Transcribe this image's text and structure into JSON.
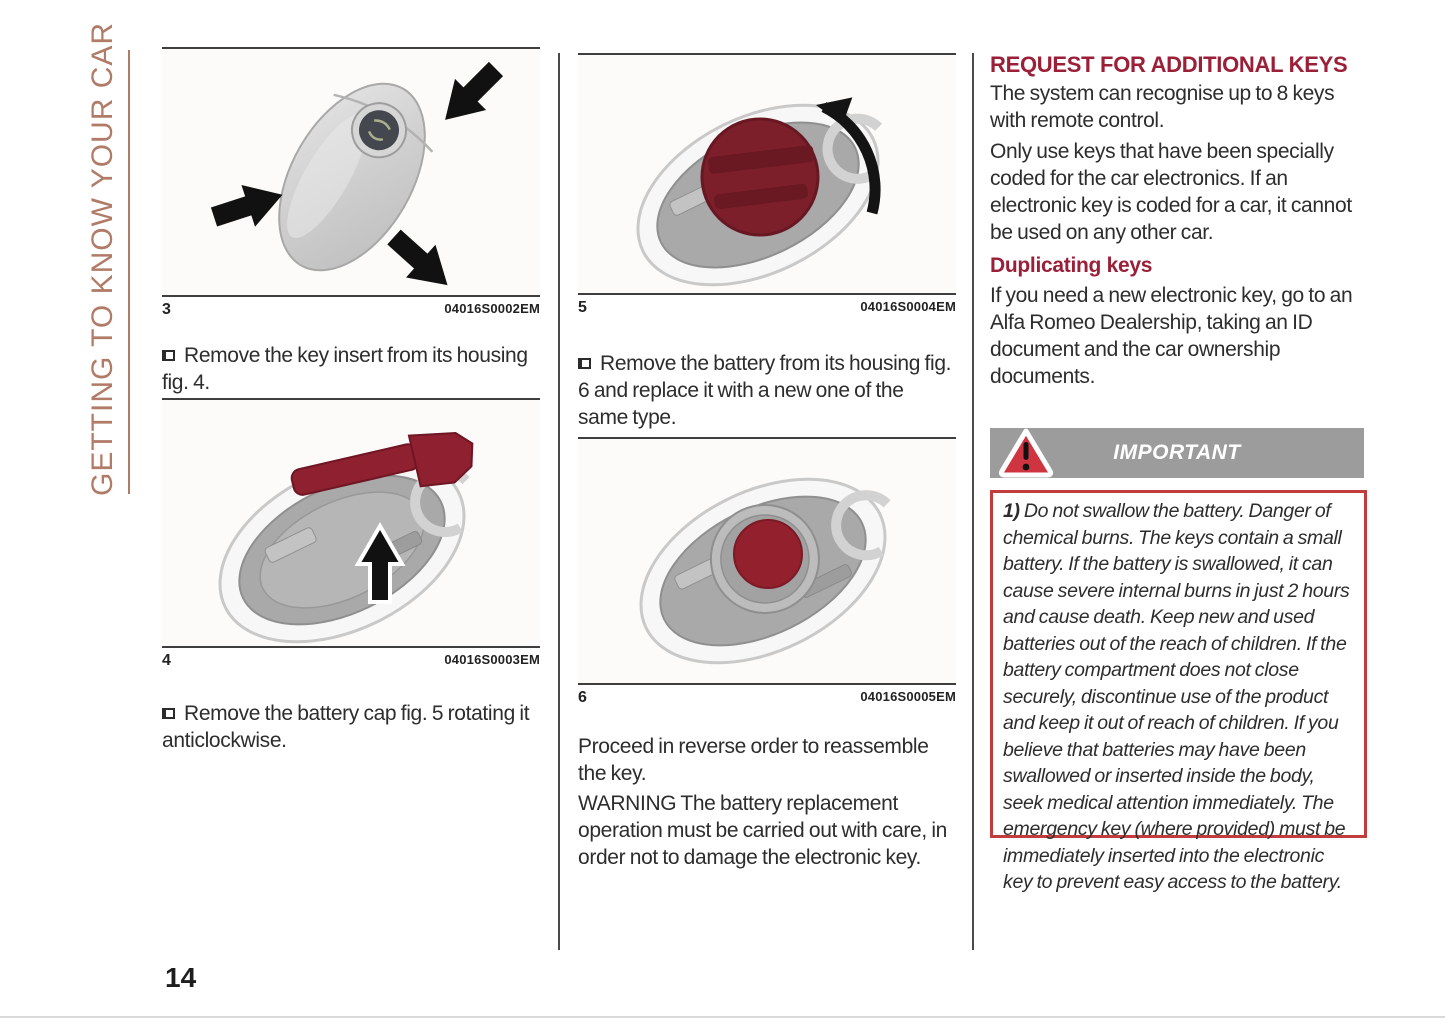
{
  "page": {
    "number": "14",
    "sidebar_label": "GETTING TO KNOW YOUR CAR"
  },
  "colors": {
    "heading_red": "#9c1f38",
    "illustration_red": "#8e2030",
    "sidebar_salmon": "#b07b67",
    "banner_gray": "#9c9c9c",
    "warnbox_border": "#c23b3d"
  },
  "figures": [
    {
      "number": "3",
      "code": "04016S0002EM"
    },
    {
      "number": "4",
      "code": "04016S0003EM"
    },
    {
      "number": "5",
      "code": "04016S0004EM"
    },
    {
      "number": "6",
      "code": "04016S0005EM"
    }
  ],
  "column1": {
    "bullet1": "Remove the key insert from its housing fig. 4.",
    "bullet2": "Remove the battery cap fig. 5 rotating it anticlockwise."
  },
  "column2": {
    "bullet1": "Remove the battery from its housing fig. 6 and replace it with a new one of the same type.",
    "para1": "Proceed in reverse order to reassemble the key.",
    "para2": "WARNING The battery replacement operation must be carried out with care, in order not to damage the electronic key."
  },
  "column3": {
    "heading1": "REQUEST FOR ADDITIONAL KEYS",
    "para1": "The system can recognise up to 8 keys with remote control.",
    "para2": "Only use keys that have been specially coded for the car electronics. If an electronic key is coded for a car, it cannot be used on any other car.",
    "heading2": "Duplicating keys",
    "para3": "If you need a new electronic key, go to an Alfa Romeo Dealership, taking an ID document and the car ownership documents.",
    "important_label": "IMPORTANT",
    "important_prefix": "1)",
    "important_text": " Do not swallow the battery. Danger of chemical burns. The keys contain a small battery. If the battery is swallowed, it can cause severe internal burns in just 2 hours and cause death. Keep new and used batteries out of the reach of children. If the battery compartment does not close securely, discontinue use of the product and keep it out of reach of children. If you believe that batteries may have been swallowed or inserted inside the body, seek medical attention immediately. The emergency key (where provided) must be immediately inserted into the electronic key to prevent easy access to the battery."
  }
}
